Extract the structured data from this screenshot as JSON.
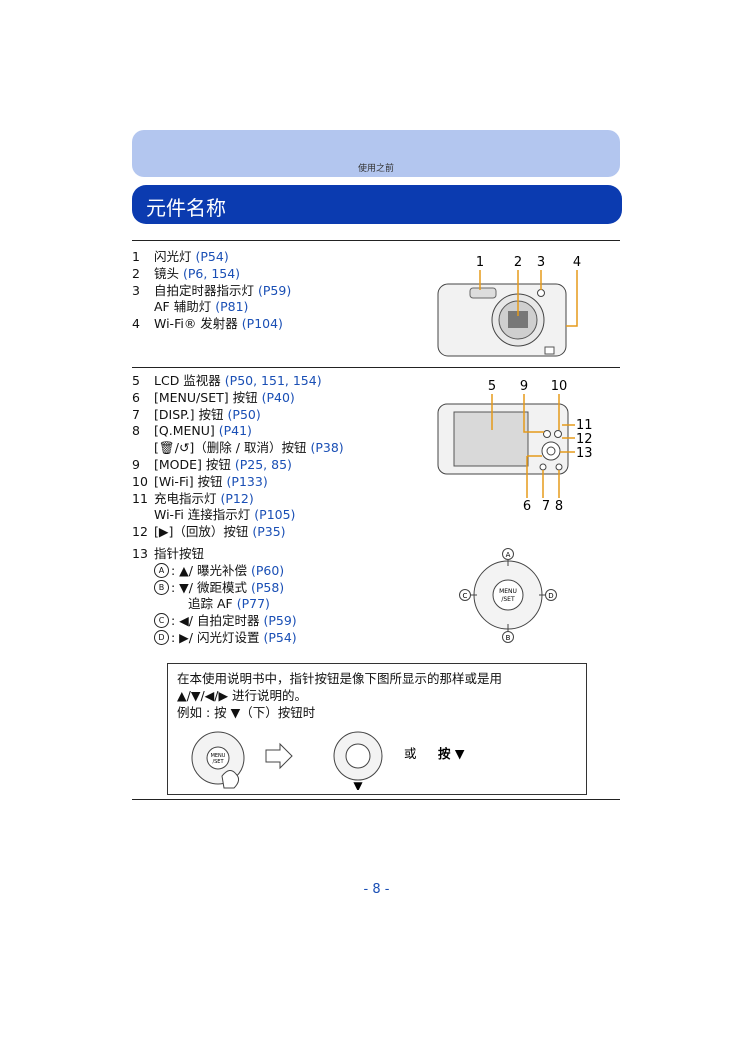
{
  "header": {
    "section": "使用之前"
  },
  "page_title": "元件名称",
  "list1": [
    {
      "num": "1",
      "label": "闪光灯",
      "ref": "(P54)"
    },
    {
      "num": "2",
      "label": "镜头",
      "ref": "(P6, 154)"
    },
    {
      "num": "3",
      "label": "自拍定时器指示灯",
      "ref": "(P59)"
    },
    {
      "num": "",
      "label": "AF 辅助灯",
      "ref": "(P81)"
    },
    {
      "num": "4",
      "label": "Wi-Fi® 发射器",
      "ref": "(P104)"
    }
  ],
  "list2": [
    {
      "num": "5",
      "label": "LCD 监视器",
      "ref": "(P50, 151, 154)"
    },
    {
      "num": "6",
      "label": "[MENU/SET] 按钮",
      "ref": "(P40)"
    },
    {
      "num": "7",
      "label": "[DISP.] 按钮",
      "ref": "(P50)"
    },
    {
      "num": "8",
      "label": "[Q.MENU]",
      "ref": "(P41)"
    },
    {
      "num": "",
      "label": "[🗑/↺]（删除 / 取消）按钮",
      "ref": "(P38)"
    },
    {
      "num": "9",
      "label": "[MODE] 按钮",
      "ref": "(P25, 85)"
    },
    {
      "num": "10",
      "label": "[Wi-Fi] 按钮",
      "ref": "(P133)"
    },
    {
      "num": "11",
      "label": "充电指示灯",
      "ref": "(P12)"
    },
    {
      "num": "",
      "label": "Wi-Fi 连接指示灯",
      "ref": "(P105)"
    },
    {
      "num": "12",
      "label": "[▶]（回放）按钮",
      "ref": "(P35)"
    }
  ],
  "list3_title": {
    "num": "13",
    "label": "指针按钮"
  },
  "list3": [
    {
      "mark": "A",
      "label": ": ▲/ 曝光补偿",
      "ref": "(P60)"
    },
    {
      "mark": "B",
      "label": ": ▼/ 微距模式",
      "ref": "(P58)"
    },
    {
      "mark": "",
      "label": "追踪 AF",
      "ref": "(P77)"
    },
    {
      "mark": "C",
      "label": ": ◀/ 自拍定时器",
      "ref": "(P59)"
    },
    {
      "mark": "D",
      "label": ": ▶/ 闪光灯设置",
      "ref": "(P54)"
    }
  ],
  "fig1_labels": [
    "1",
    "2",
    "3",
    "4"
  ],
  "fig2_labels": [
    "5",
    "9",
    "10",
    "11",
    "12",
    "13",
    "6",
    "7",
    "8"
  ],
  "dial_marks": {
    "a": "A",
    "b": "B",
    "c": "C",
    "d": "D",
    "menu": "MENU\n/SET"
  },
  "note": {
    "line1": "在本使用说明书中，指针按钮是像下图所显示的那样或是用",
    "line2": "▲/▼/◀/▶ 进行说明的。",
    "line3": "例如 : 按 ▼（下）按钮时",
    "or_text": "或",
    "press_text": "按 ▼",
    "down_arrow": "▼"
  },
  "page_number": "- 8 -"
}
